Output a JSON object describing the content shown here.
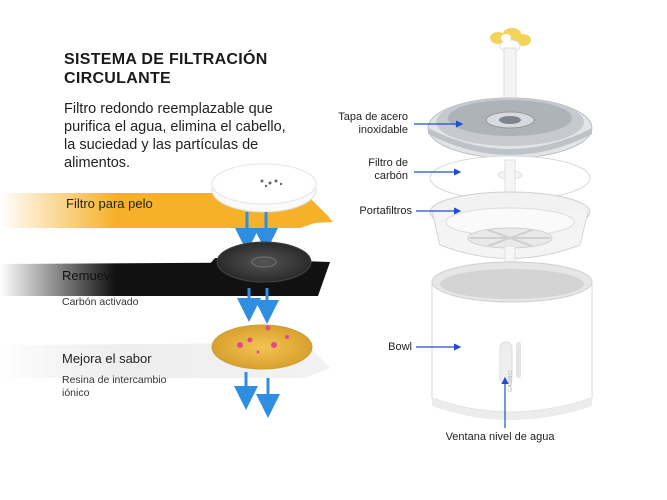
{
  "heading": {
    "line1": "SISTEMA DE FILTRACIÓN",
    "line2": "CIRCULANTE"
  },
  "description": "Filtro redondo reemplazable que purifica el agua, elimina el cabello, la suciedad y las partículas de alimentos.",
  "layers": [
    {
      "label": "Filtro para pelo",
      "sublabel": "",
      "color": "#f6b12a"
    },
    {
      "label": "Remueve particulas",
      "sublabel": "Carbón activado",
      "color": "#111111"
    },
    {
      "label": "Mejora el sabor",
      "sublabel": "Resina de intercambio iónico",
      "color": "#eeeeee"
    }
  ],
  "callouts": {
    "tapa": "Tapa de acero inoxidable",
    "filtro": "Filtro de carbón",
    "portafiltros": "Portafiltros",
    "bowl": "Bowl",
    "ventana": "Ventana nivel de agua"
  },
  "brand": "GADNIC",
  "colors": {
    "arrow": "#2f8ee0",
    "callout_arrow": "#1f4fd0",
    "yellow": "#f6b12a",
    "resin": "#e9b43c"
  }
}
